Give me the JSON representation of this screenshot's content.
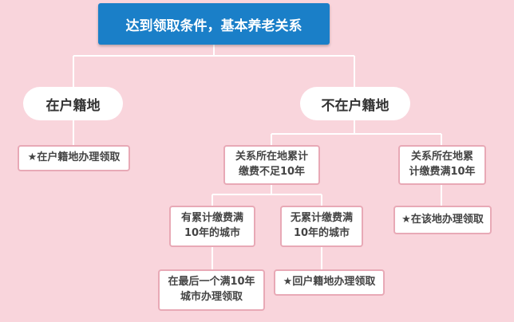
{
  "title": "达到领取条件，基本养老关系",
  "branches": {
    "left": "在户籍地",
    "right": "不在户籍地"
  },
  "nodes": {
    "left_action": "★在户籍地办理领取",
    "not_full": [
      "关系所在地累计",
      "缴费不足10年"
    ],
    "full": [
      "关系所在地累",
      "计缴费满10年"
    ],
    "has_full": [
      "有累计缴费满",
      "10年的城市"
    ],
    "no_full": [
      "无累计缴费满",
      "10年的城市"
    ],
    "last_city": [
      "在最后一个满10年",
      "城市办理领取"
    ],
    "back_home": "★回户籍地办理领取",
    "here": "★在该地办理领取"
  },
  "colors": {
    "background": "#f9d5dc",
    "title_fill": "#1a7fc8",
    "box_border": "#e8a9b6",
    "connector": "#ffffff"
  }
}
